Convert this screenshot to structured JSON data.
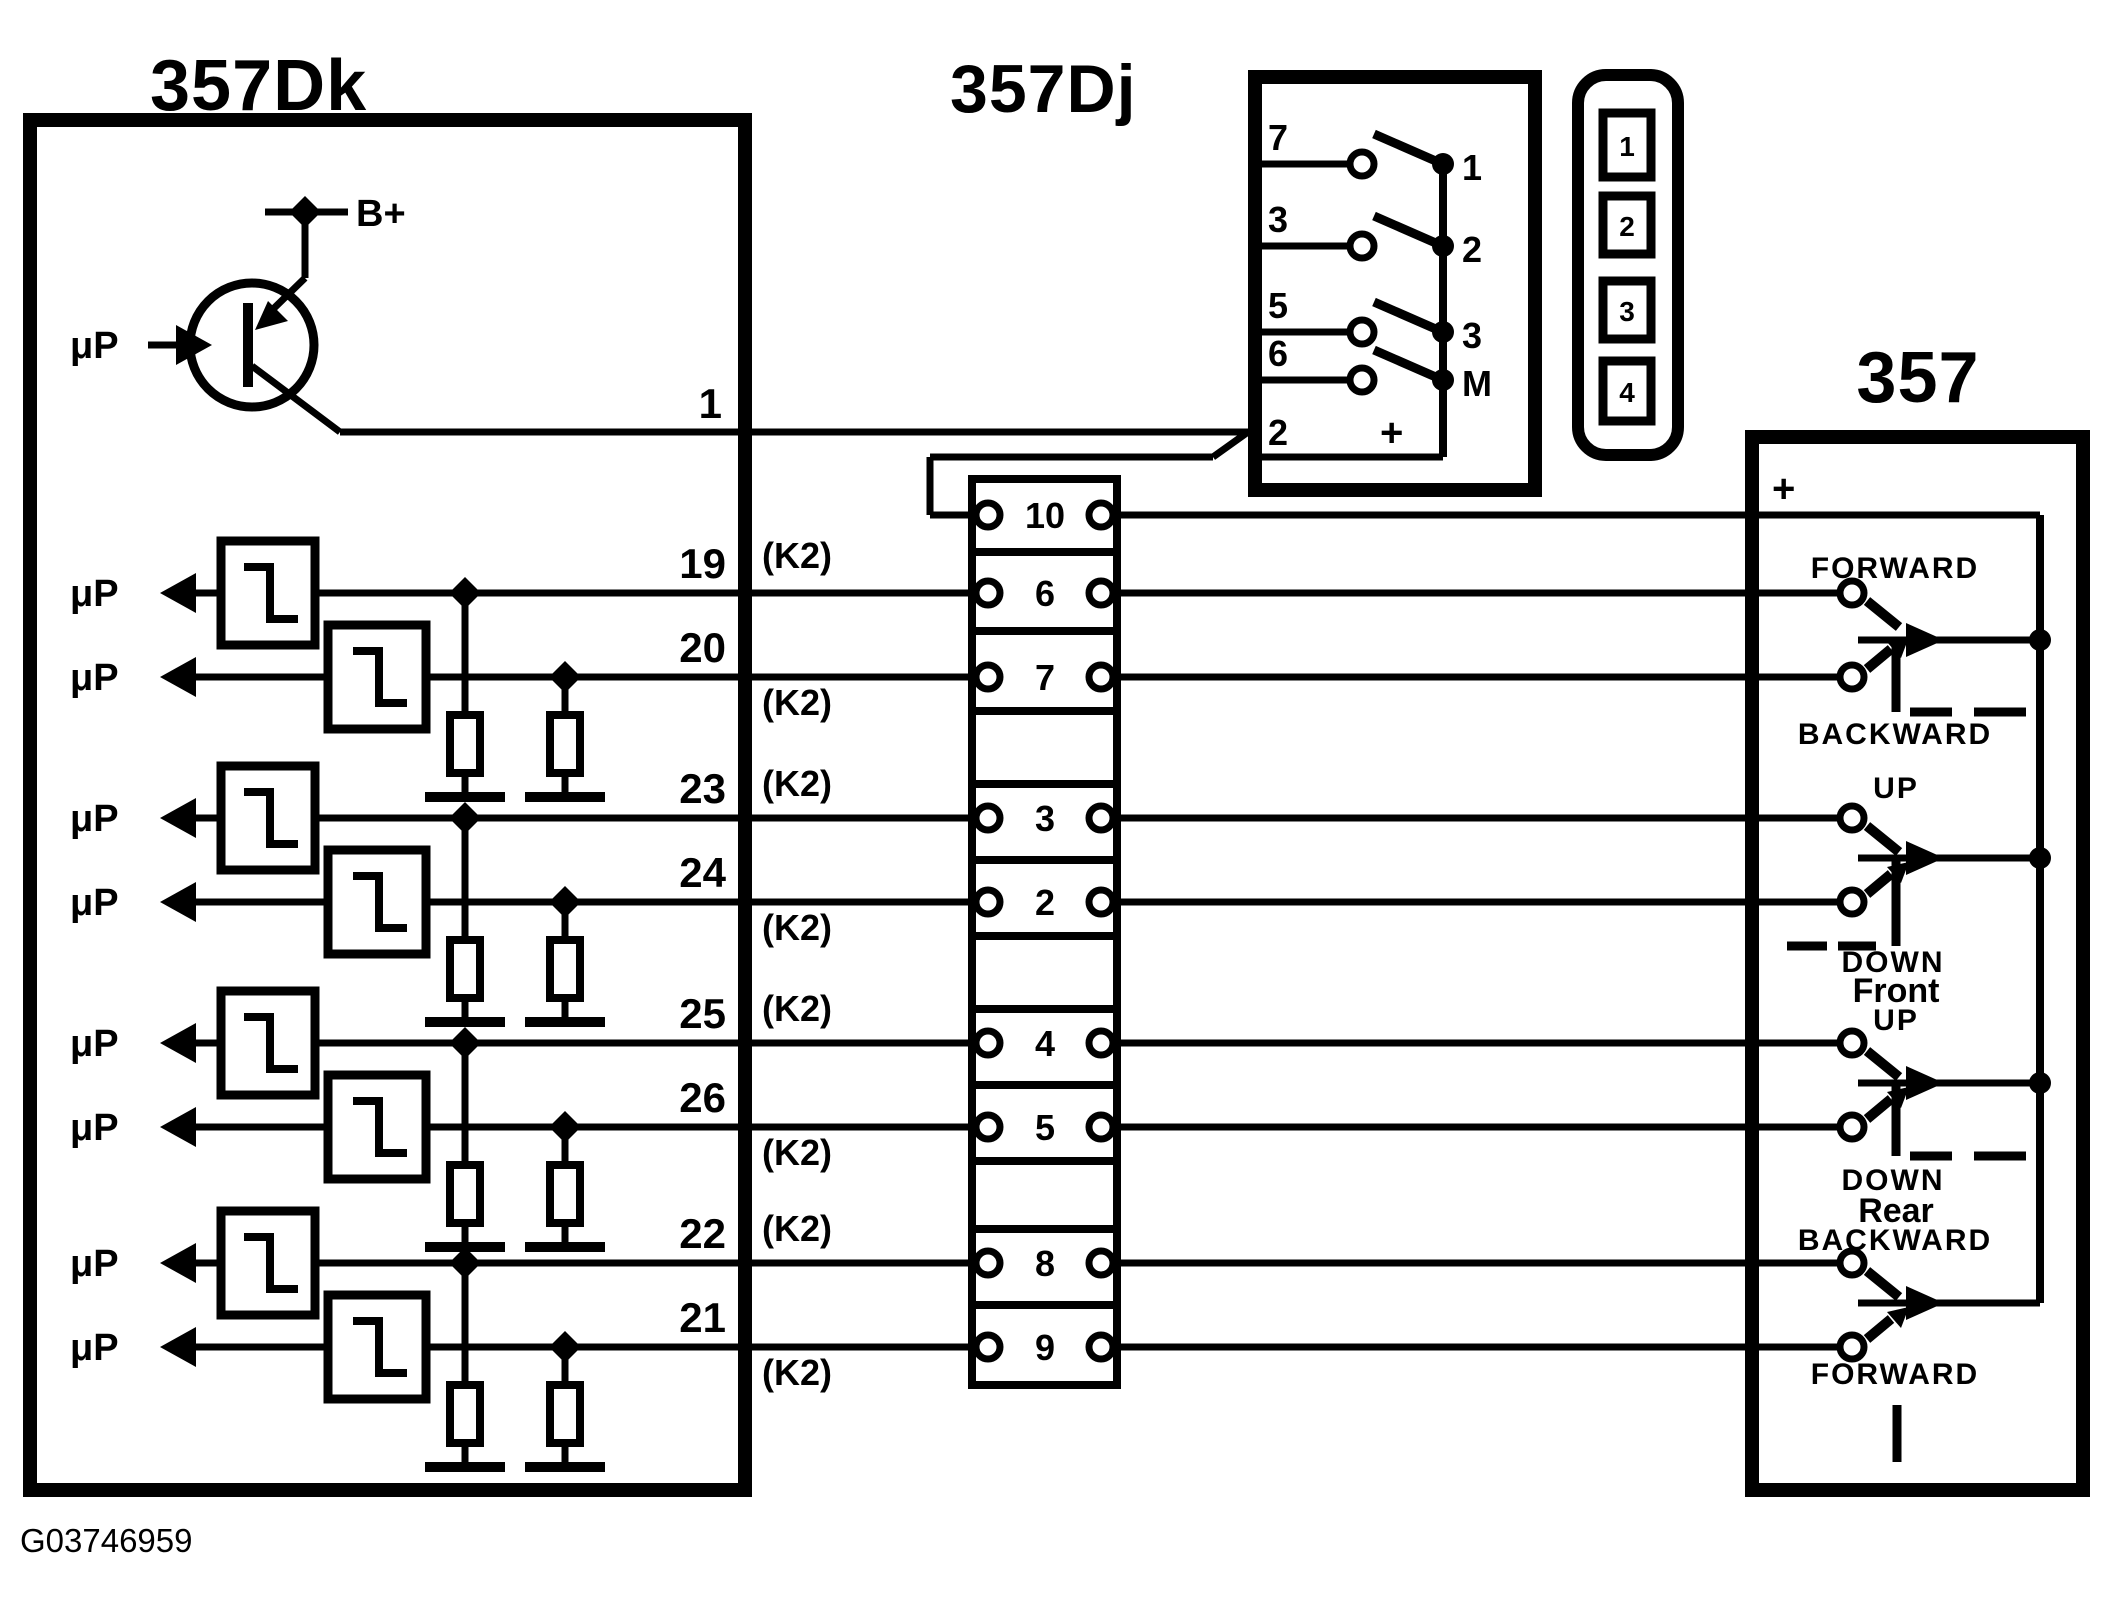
{
  "figure_id": "G03746959",
  "colors": {
    "ink": "#000000",
    "paper": "#ffffff"
  },
  "left_module": {
    "title": "357Dk",
    "micro_label": "μP",
    "battery_label": "B+",
    "output_pin": "1",
    "rows": [
      {
        "pin": "19",
        "tag": "(K2)"
      },
      {
        "pin": "20",
        "tag": "(K2)"
      },
      {
        "pin": "23",
        "tag": "(K2)"
      },
      {
        "pin": "24",
        "tag": "(K2)"
      },
      {
        "pin": "25",
        "tag": "(K2)"
      },
      {
        "pin": "26",
        "tag": "(K2)"
      },
      {
        "pin": "22",
        "tag": "(K2)"
      },
      {
        "pin": "21",
        "tag": "(K2)"
      }
    ]
  },
  "switch_module": {
    "title": "357Dj",
    "contacts": [
      {
        "input_pin": "7",
        "output_pin": "1"
      },
      {
        "input_pin": "3",
        "output_pin": "2"
      },
      {
        "input_pin": "5",
        "output_pin": "3"
      },
      {
        "input_pin": "6",
        "output_pin": "M"
      }
    ],
    "supply_pin": "2",
    "plus_label": "+"
  },
  "connector_strip": {
    "cells": [
      "10",
      "6",
      "7",
      "3",
      "2",
      "4",
      "5",
      "8",
      "9"
    ]
  },
  "pin_legend": {
    "pins": [
      "1",
      "2",
      "3",
      "4"
    ]
  },
  "motor_module": {
    "title": "357",
    "plus_label": "+",
    "switch_groups": [
      {
        "top_label": "FORWARD",
        "bottom_label": "BACKWARD",
        "sub_label": ""
      },
      {
        "top_label": "UP",
        "bottom_label": "DOWN",
        "sub_label": "Front"
      },
      {
        "top_label": "UP",
        "bottom_label": "DOWN",
        "sub_label": "Rear"
      },
      {
        "top_label": "BACKWARD",
        "bottom_label": "FORWARD",
        "sub_label": ""
      }
    ]
  }
}
